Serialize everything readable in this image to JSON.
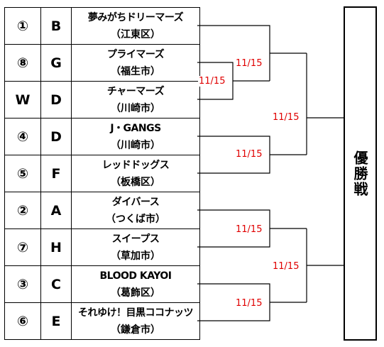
{
  "bracket": {
    "title": "優勝戦",
    "teams": [
      {
        "seed": "①",
        "group": "B",
        "name": "夢みがちドリーマーズ",
        "city": "（江東区）"
      },
      {
        "seed": "⑧",
        "group": "G",
        "name": "プライマーズ",
        "city": "（福生市）"
      },
      {
        "seed": "W",
        "group": "D",
        "name": "チャーマーズ",
        "city": "（川崎市）"
      },
      {
        "seed": "④",
        "group": "D",
        "name": "J・GANGS",
        "city": "（川崎市）"
      },
      {
        "seed": "⑤",
        "group": "F",
        "name": "レッドドッグス",
        "city": "（板橋区）"
      },
      {
        "seed": "②",
        "group": "A",
        "name": "ダイバース",
        "city": "（つくば市）"
      },
      {
        "seed": "⑦",
        "group": "H",
        "name": "スイープス",
        "city": "（草加市）"
      },
      {
        "seed": "③",
        "group": "C",
        "name": "BLOOD KAYOI",
        "city": "（葛飾区）"
      },
      {
        "seed": "⑥",
        "group": "E",
        "name": "それゆけ！目黒ココナッツ",
        "city": "（鎌倉市）"
      }
    ],
    "match_dates": {
      "play_in": "11/15",
      "r1_top": "11/15",
      "r1_mid": "11/15",
      "r1_lower_a": "11/15",
      "r1_lower_b": "11/15",
      "semi_top": "11/15",
      "semi_bottom": "11/15"
    }
  }
}
